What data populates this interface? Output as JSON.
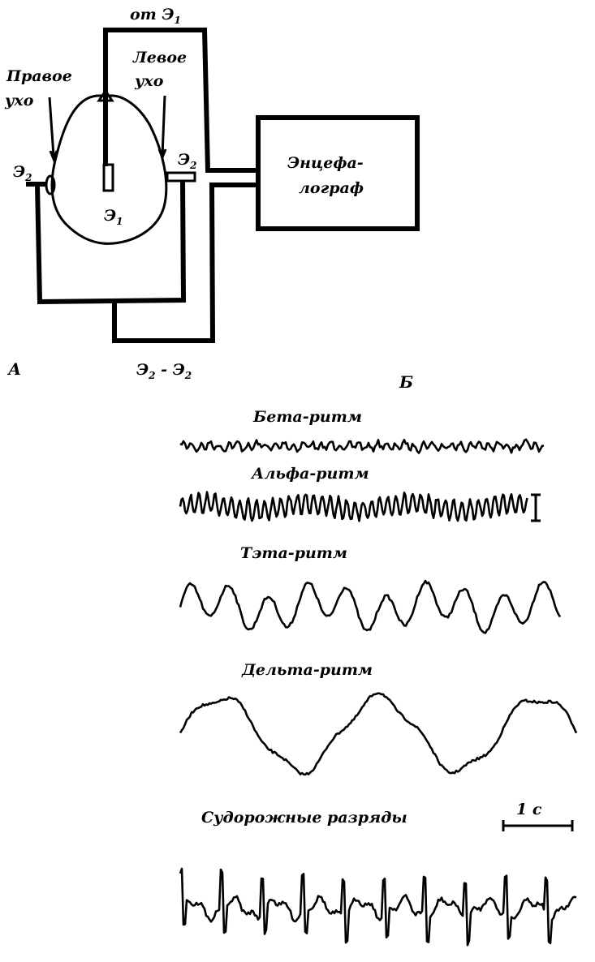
{
  "panel_a": {
    "label": "А",
    "from_e1": "от Э",
    "from_e1_sub": "1",
    "right_ear": [
      "Правое",
      "ухо"
    ],
    "left_ear": [
      "Левое",
      "ухо"
    ],
    "e2_left": "Э",
    "e2_left_sub": "2",
    "e2_right": "Э",
    "e2_right_sub": "2",
    "e1": "Э",
    "e1_sub": "1",
    "device": [
      "Энцефа-",
      "лограф"
    ],
    "e2_e2": [
      "Э",
      "2",
      " - Э",
      "2"
    ]
  },
  "panel_b": {
    "label": "Б",
    "rhythms": [
      {
        "name": "Бета-ритм"
      },
      {
        "name": "Альфа-ритм"
      },
      {
        "name": "Тэта-ритм"
      },
      {
        "name": "Дельта-ритм"
      },
      {
        "name": "Судорожные разряды"
      }
    ],
    "scale_bar": "1 с"
  }
}
